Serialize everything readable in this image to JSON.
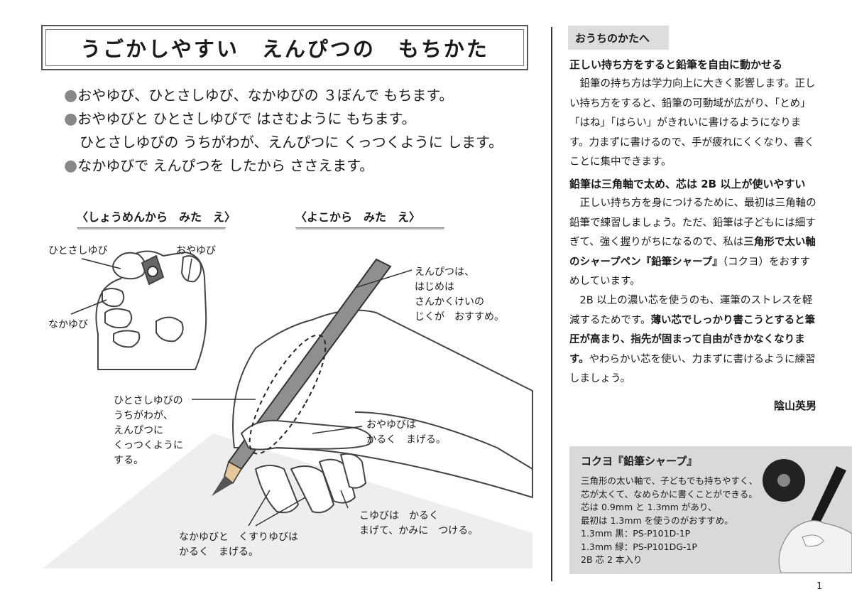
{
  "title": "うごかしやすい　えんぴつの　もちかた",
  "bullets": [
    "おやゆび、ひとさしゆび、なかゆびの ３ぼんで もちます。",
    "おやゆびと ひとさしゆびで はさむように もちます。",
    "ひとさしゆびの うちがわが、えんぴつに くっつくように します。",
    "なかゆびで えんぴつを したから ささえます。"
  ],
  "bullet_mark": "●",
  "front_view": {
    "heading": "〈しょうめんから　みた　え〉",
    "labels": {
      "index": "ひとさしゆび",
      "thumb": "おやゆび",
      "middle": "なかゆび"
    }
  },
  "side_view": {
    "heading": "〈よこから　みた　え〉",
    "labels": {
      "pencil": "えんぴつは、\nはじめは\nさんかくけいの\nじくが　おすすめ。",
      "index": "ひとさしゆびの\nうちがわが、\nえんぴつに\nくっつくように\nする。",
      "thumb": "おやゆびは\nかるく　まげる。",
      "pinky": "こゆびは　かるく\nまげて、かみに　つける。",
      "middle_ring": "なかゆびと　くすりゆびは\nかるく　まげる。"
    }
  },
  "parents": {
    "tab": "おうちのかたへ",
    "heading1": "正しい持ち方をすると鉛筆を自由に動かせる",
    "para1": "鉛筆の持ち方は学力向上に大きく影響します。正しい持ち方をすると、鉛筆の可動域が広がり、「とめ」「はね」「はらい」がきれいに書けるようになります。力まずに書けるので、手が疲れにくくなり、書くことに集中できます。",
    "heading2": "鉛筆は三角軸で太め、芯は 2B 以上が使いやすい",
    "para2a": "正しい持ち方を身につけるために、最初は三角軸の鉛筆で練習しましょう。ただ、鉛筆は子どもには細すぎて、強く握りがちになるので、私は",
    "para2b": "三角形で太い軸のシャープペン『鉛筆シャープ』",
    "para2c": "（コクヨ）をおすすめしています。",
    "para3a": "2B 以上の濃い芯を使うのも、運筆のストレスを軽減するためです。",
    "para3b": "薄い芯でしっかり書こうとすると筆圧が高まり、指先が固まって自由がきかなくなります。",
    "para3c": "やわらかい芯を使い、力まずに書けるように練習しましょう。",
    "signature": "陰山英男"
  },
  "product": {
    "title": "コクヨ『鉛筆シャープ』",
    "lines": [
      "三角形の太い軸で、子どもでも持ちやすく、",
      "芯が太くて、なめらかに書くことができる。",
      "芯は 0.9mm と 1.3mm があり、",
      "最初は 1.3mm を使うのがおすすめ。",
      "1.3mm 黒：PS-P101D-1P",
      "1.3mm 緑：PS-P101DG-1P",
      "2B 芯 2 本入り"
    ]
  },
  "page_number": "1",
  "colors": {
    "tab_bg": "#dddddd",
    "product_bg": "#d9d9d9",
    "pencil": "#8f8f8f"
  }
}
